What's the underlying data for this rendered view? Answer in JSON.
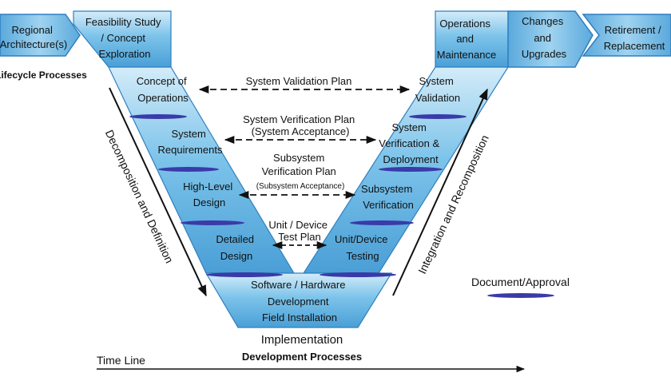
{
  "colors": {
    "band_top": "#d4ecf9",
    "band_mid": "#7cc3ea",
    "band_bottom": "#4a9fd6",
    "divider": "#3a3aa8",
    "arrow": "#111111"
  },
  "header_left": {
    "regional": [
      "Regional",
      "Architecture(s)"
    ],
    "feasibility": [
      "Feasibility Study",
      "/ Concept",
      "Exploration"
    ],
    "lifecycle_label": "Lifecycle Processes"
  },
  "header_right": {
    "operations": [
      "Operations",
      "and",
      "Maintenance"
    ],
    "changes": [
      "Changes",
      "and",
      "Upgrades"
    ],
    "retirement": [
      "Retirement /",
      "Replacement"
    ]
  },
  "left_steps": [
    [
      "Concept of",
      "Operations"
    ],
    [
      "System",
      "Requirements"
    ],
    [
      "High-Level",
      "Design"
    ],
    [
      "Detailed",
      "Design"
    ]
  ],
  "right_steps": [
    [
      "System",
      "Validation"
    ],
    [
      "System",
      "Verification &",
      "Deployment"
    ],
    [
      "Subsystem",
      "Verification"
    ],
    [
      "Unit/Device",
      "Testing"
    ]
  ],
  "bottom_step": [
    "Software / Hardware",
    "Development",
    "Field Installation"
  ],
  "plans": {
    "validation": [
      "System Validation Plan"
    ],
    "verification": [
      "System Verification Plan",
      "(System Acceptance)"
    ],
    "subsystem": [
      "Subsystem",
      "Verification Plan",
      "(Subsystem Acceptance)"
    ],
    "unit": [
      "Unit / Device",
      "Test Plan"
    ]
  },
  "side_labels": {
    "left": "Decomposition and Definition",
    "right": "Integration and Recomposition"
  },
  "implementation": "Implementation",
  "development_processes": "Development Processes",
  "legend": {
    "label": "Document/Approval"
  },
  "timeline": "Time Line"
}
